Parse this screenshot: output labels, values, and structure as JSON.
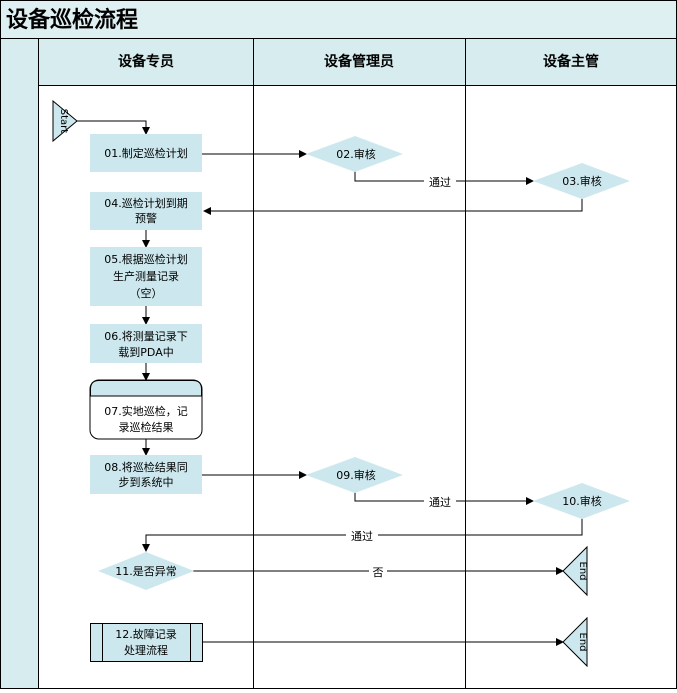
{
  "title": "设备巡检流程",
  "lanes": [
    "设备专员",
    "设备管理员",
    "设备主管"
  ],
  "nodes": {
    "start": "Start",
    "n01": [
      "01.制定巡检计划"
    ],
    "n02": "02.审核",
    "n03": "03.审核",
    "n04": [
      "04.巡检计划到期",
      "预警"
    ],
    "n05": [
      "05.根据巡检计划",
      "生产测量记录",
      "（空）"
    ],
    "n06": [
      "06.将测量记录下",
      "载到PDA中"
    ],
    "n07": [
      "07.实地巡检，记",
      "录巡检结果"
    ],
    "n08": [
      "08.将巡检结果同",
      "步到系统中"
    ],
    "n09": "09.审核",
    "n10": "10.审核",
    "n11": "11.是否异常",
    "n12": [
      "12.故障记录",
      "处理流程"
    ],
    "end1": "End",
    "end2": "End"
  },
  "edge_labels": {
    "pass1": "通过",
    "pass2": "通过",
    "pass3": "通过",
    "no": "否"
  },
  "colors": {
    "lane_header": "#d6ecef",
    "node_fill": "#cce8ee",
    "title_bg": "#dff0f3",
    "border": "#000000"
  }
}
